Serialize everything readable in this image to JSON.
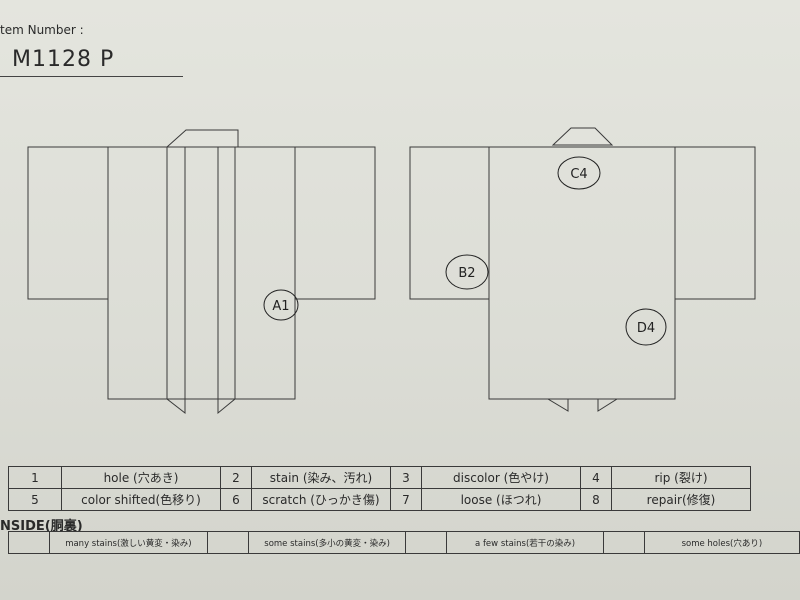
{
  "header": {
    "label": "tem Number :",
    "item_number": "M1128 P"
  },
  "annotations": {
    "front": [
      "A1"
    ],
    "back": [
      "C4",
      "B2",
      "D4"
    ]
  },
  "legend": [
    [
      {
        "num": "1",
        "label": "hole (穴あき)"
      },
      {
        "num": "2",
        "label": "stain (染み、汚れ)"
      },
      {
        "num": "3",
        "label": "discolor (色やけ)"
      },
      {
        "num": "4",
        "label": "rip (裂け)"
      }
    ],
    [
      {
        "num": "5",
        "label": "color shifted(色移り)"
      },
      {
        "num": "6",
        "label": "scratch (ひっかき傷)"
      },
      {
        "num": "7",
        "label": "loose (ほつれ)"
      },
      {
        "num": "8",
        "label": "repair(修復)"
      }
    ]
  ],
  "inside": {
    "title": "NSIDE(胴裏)",
    "options": [
      "many stains(激しい黄変・染み)",
      "some stains(多小の黄変・染み)",
      "a few stains(若干の染み)",
      "some holes(穴あり)"
    ]
  }
}
